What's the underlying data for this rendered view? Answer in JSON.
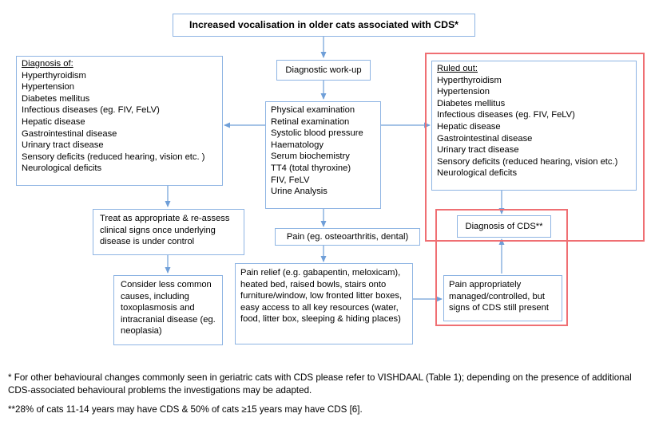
{
  "title": "Increased vocalisation in older cats associated with CDS*",
  "workup": "Diagnostic work-up",
  "exams": [
    "Physical examination",
    "Retinal examination",
    "Systolic blood pressure",
    "Haematology",
    "Serum biochemistry",
    "TT4 (total thyroxine)",
    "FIV, FeLV",
    "Urine Analysis"
  ],
  "diagnosis_of": {
    "heading": "Diagnosis of:",
    "items": [
      "Hyperthyroidism",
      "Hypertension",
      "Diabetes mellitus",
      "Infectious diseases (eg. FIV, FeLV)",
      "Hepatic disease",
      "Gastrointestinal disease",
      "Urinary tract disease",
      "Sensory deficits (reduced hearing, vision etc. )",
      "Neurological deficits"
    ]
  },
  "ruled_out": {
    "heading": "Ruled out:",
    "items": [
      "Hyperthyroidism",
      "Hypertension",
      "Diabetes mellitus",
      "Infectious diseases (eg. FIV, FeLV)",
      "Hepatic disease",
      "Gastrointestinal disease",
      "Urinary tract disease",
      "Sensory deficits (reduced hearing, vision etc.)",
      "Neurological deficits"
    ]
  },
  "treat": "Treat as appropriate & re-assess clinical signs once underlying disease is under control",
  "consider": "Consider less common causes, including toxoplasmosis and intracranial disease (eg. neoplasia)",
  "pain": "Pain (eg. osteoarthritis, dental)",
  "pain_relief": "Pain relief (e.g. gabapentin, meloxicam), heated bed, raised bowls, stairs onto furniture/window, low fronted litter boxes, easy access to all key resources (water, food, litter box, sleeping & hiding places)",
  "pain_managed": "Pain appropriately managed/controlled, but signs of CDS still present",
  "diagnosis_cds": "Diagnosis of CDS**",
  "footnotes": [
    "* For other behavioural changes commonly seen in geriatric cats with CDS please refer to VISHDAAL (Table 1); depending on the presence of additional CDS-associated behavioural problems the investigations may be adapted.",
    "**28% of cats 11-14 years may have CDS & 50% of cats ≥15 years may have CDS [6]."
  ],
  "colors": {
    "box_border": "#8eb4e3",
    "arrow": "#6f9fd8",
    "highlight": "#ef6f73"
  }
}
